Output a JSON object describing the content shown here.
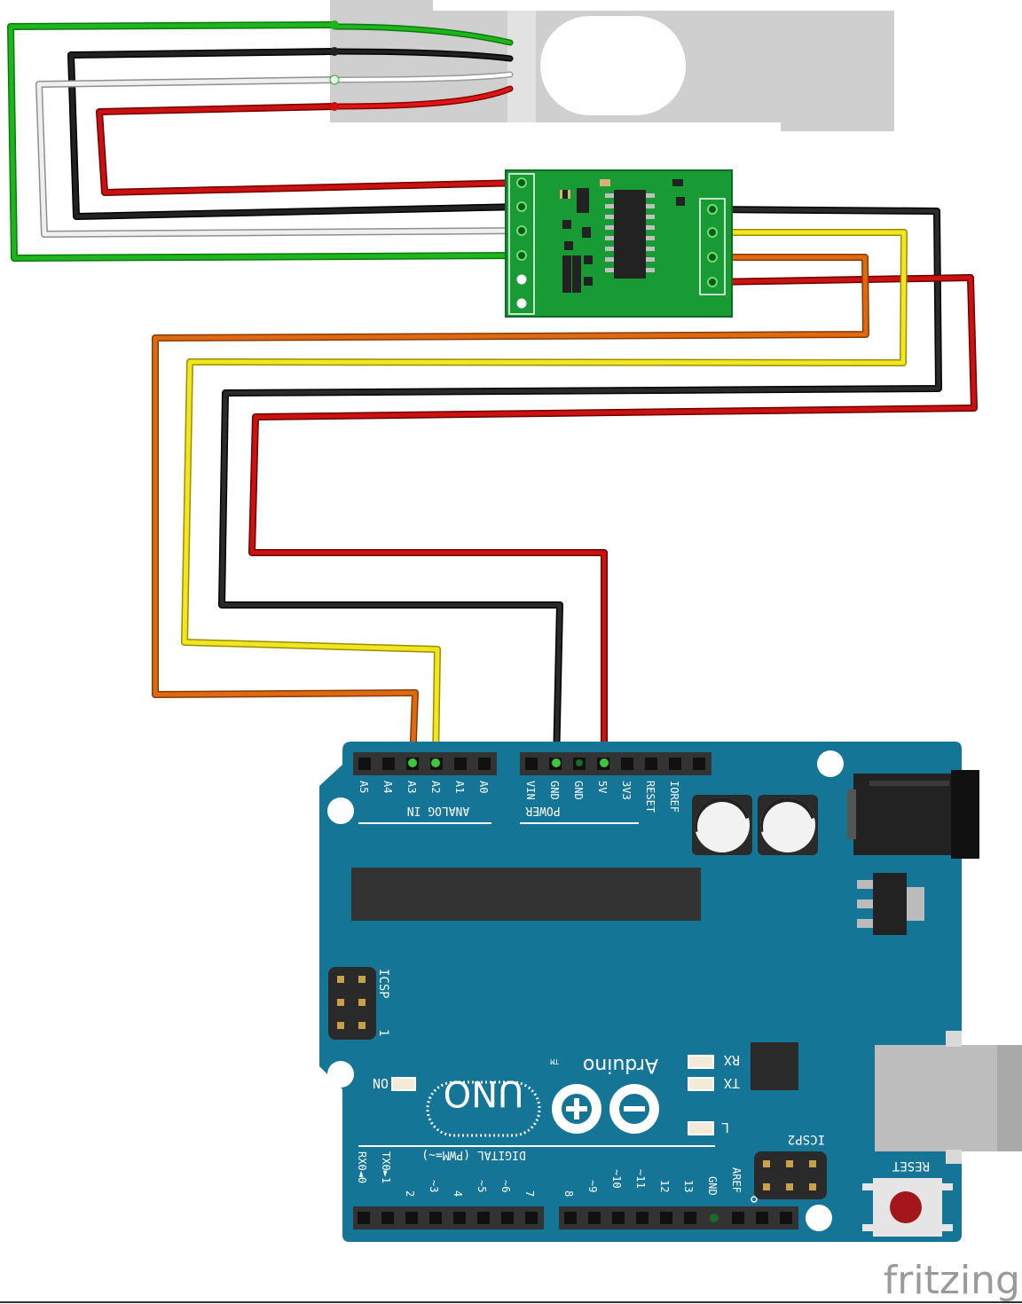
{
  "watermark": "fritzing",
  "load_cell": {},
  "hx711": {},
  "arduino": {
    "board_name": "UNO",
    "brand": "Arduino",
    "trademark": "TM",
    "analog_header_pins": [
      "A5",
      "A4",
      "A3",
      "A2",
      "A1",
      "A0"
    ],
    "analog_section_label": "ANALOG IN",
    "power_header_pins": [
      "VIN",
      "GND",
      "GND",
      "5V",
      "3V3",
      "RESET",
      "IOREF"
    ],
    "power_section_label": "POWER",
    "digital_section_label": "DIGITAL (PWM=~)",
    "digital_pins_low": [
      "RX0◄0",
      "TX0►1",
      "2",
      "~3",
      "4",
      "~5",
      "~6",
      "7"
    ],
    "digital_pins_high": [
      "8",
      "~9",
      "~10",
      "~11",
      "12",
      "13",
      "GND",
      "AREF"
    ],
    "icsp_label": "ICSP",
    "icsp_pin1": "1",
    "icsp2_label": "ICSP2",
    "reset_label": "RESET",
    "on_label": "ON",
    "rx_label": "RX",
    "tx_label": "TX",
    "l_label": "L"
  },
  "wire_colors": {
    "green": "#1fb51f",
    "black": "#222222",
    "white": "#e8e8e8",
    "red": "#cc1111",
    "yellow": "#f2e620",
    "orange": "#dd6a12"
  },
  "board_color": "#157596",
  "hx711_color": "#189a35"
}
